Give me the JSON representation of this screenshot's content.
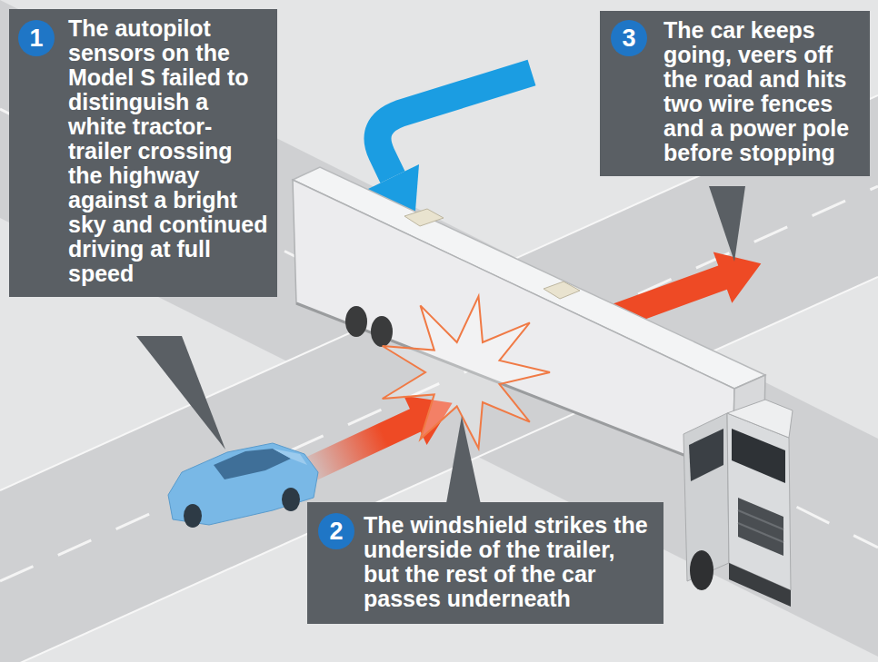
{
  "diagram": {
    "nodes": [
      {
        "text": [
          "The autopilot sensors on the Model S failed to distinguish a white tractor-trailer crossing the highway against a bright sky and continued driving at full speed"
        ]
      },
      {
        "text": [
          "The windshield strikes the underside of the trailer, but the rest of the car passes underneath"
        ]
      },
      {
        "text": [
          "The car keeps going, veers off the road and hits two wire fences and a power pole before stopping"
        ]
      }
    ],
    "labels": [
      "1",
      "2",
      "3"
    ]
  }
}
